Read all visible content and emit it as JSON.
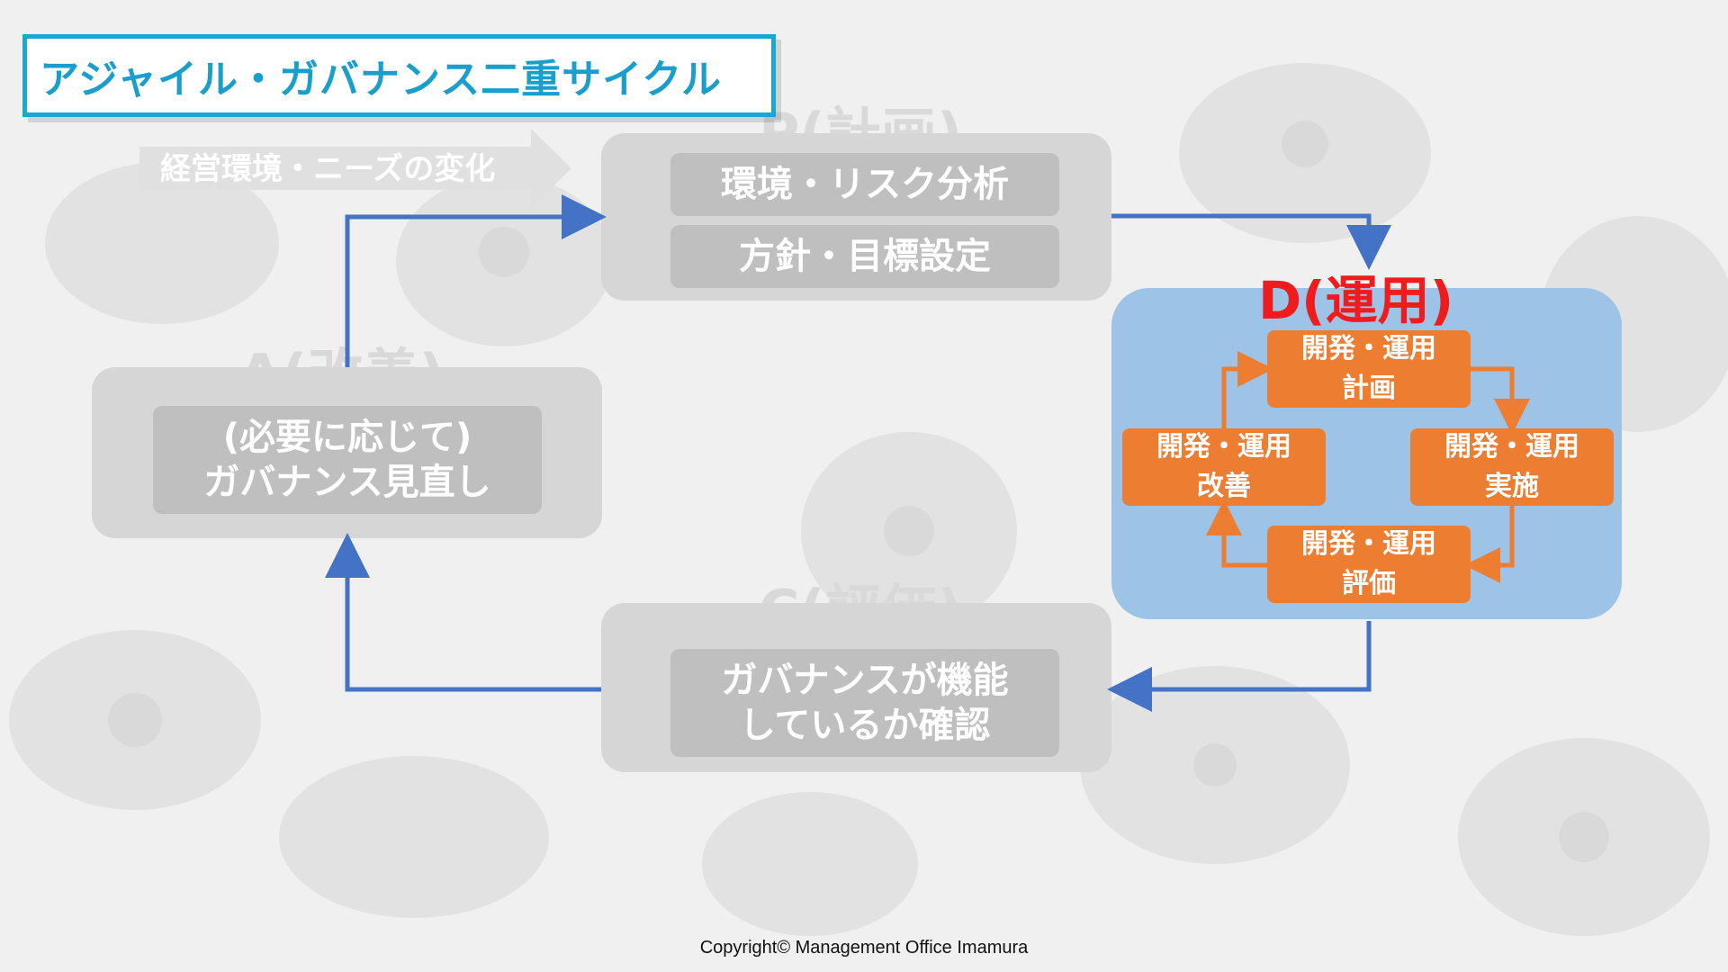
{
  "title": "アジャイル・ガバナンス二重サイクル",
  "env_change": "経営環境・ニーズの変化",
  "plan": {
    "label": "P(計画)",
    "items": [
      "環境・リスク分析",
      "方針・目標設定"
    ]
  },
  "act": {
    "label": "A(改善)",
    "lines": [
      "(必要に応じて)",
      "ガバナンス見直し"
    ]
  },
  "check": {
    "label": "C(評価)",
    "lines": [
      "ガバナンスが機能",
      "しているか確認"
    ]
  },
  "do": {
    "label": "D(運用)",
    "cycle": [
      {
        "line1": "開発・運用",
        "line2": "計画"
      },
      {
        "line1": "開発・運用",
        "line2": "実施"
      },
      {
        "line1": "開発・運用",
        "line2": "評価"
      },
      {
        "line1": "開発・運用",
        "line2": "改善"
      }
    ]
  },
  "copyright": "Copyright© Management Office Imamura",
  "colors": {
    "title": "#1a9ecb",
    "d_label": "#ee1c1c",
    "cycle_box": "#ed7d31",
    "d_panel": "#9dc3e6",
    "arrow": "#4472c4",
    "panel": "#d6d6d6",
    "chip": "#bfbfbf"
  }
}
